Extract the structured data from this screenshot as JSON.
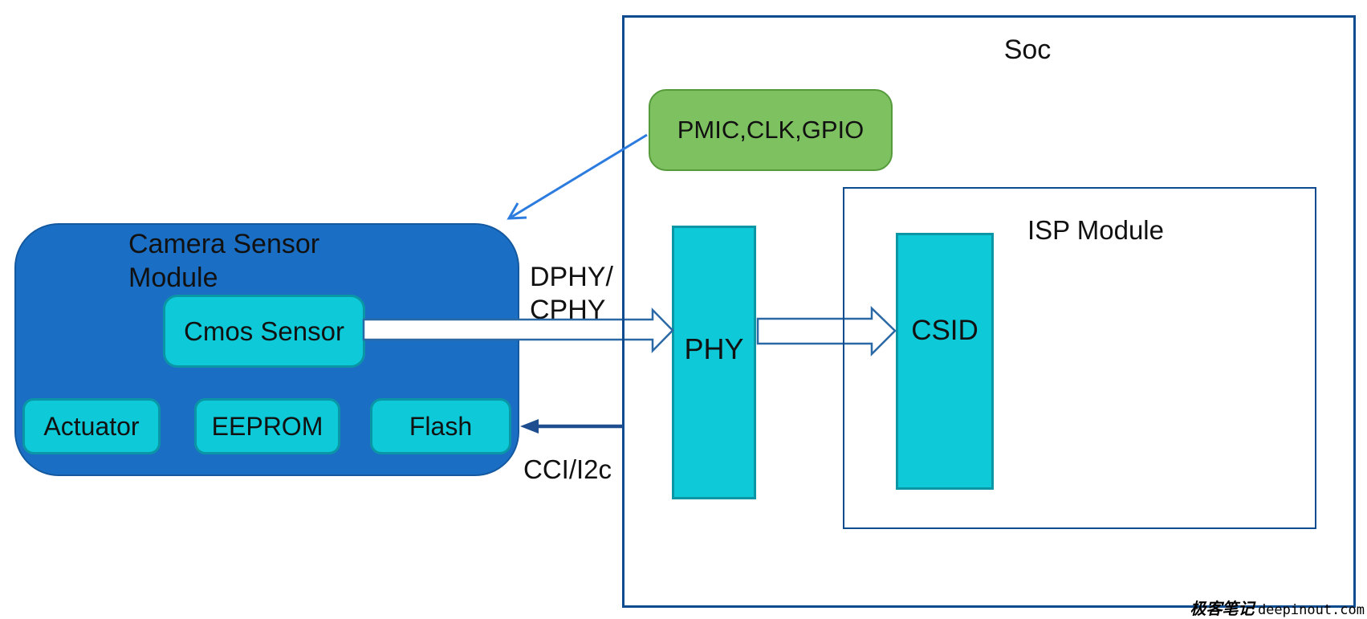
{
  "camera_module": {
    "title_line1": "Camera Sensor",
    "title_line2": "Module",
    "cmos_label": "Cmos Sensor",
    "actuator_label": "Actuator",
    "eeprom_label": "EEPROM",
    "flash_label": "Flash"
  },
  "soc": {
    "title": "Soc",
    "pmic_label": "PMIC,CLK,GPIO",
    "phy_label": "PHY",
    "isp": {
      "title": "ISP Module",
      "csid_label": "CSID"
    }
  },
  "connections": {
    "dphy_label_line1": "DPHY/",
    "dphy_label_line2": "CPHY",
    "cci_label": "CCI/I2c"
  },
  "watermark": {
    "cjk_text": "极客笔记",
    "site_text": "deepinout.com"
  },
  "colors": {
    "camera_module_fill": "#1a6fc5",
    "cyan_fill": "#0ec9d8",
    "cyan_border": "#0b96a6",
    "green_fill": "#7ec161",
    "green_border": "#569b3b",
    "soc_border": "#0c4b8e",
    "arrow_outline": "#2b69a6",
    "cci_arrow": "#1e4e8f",
    "pmic_arrow": "#2c7ce0",
    "text": "#111111"
  }
}
